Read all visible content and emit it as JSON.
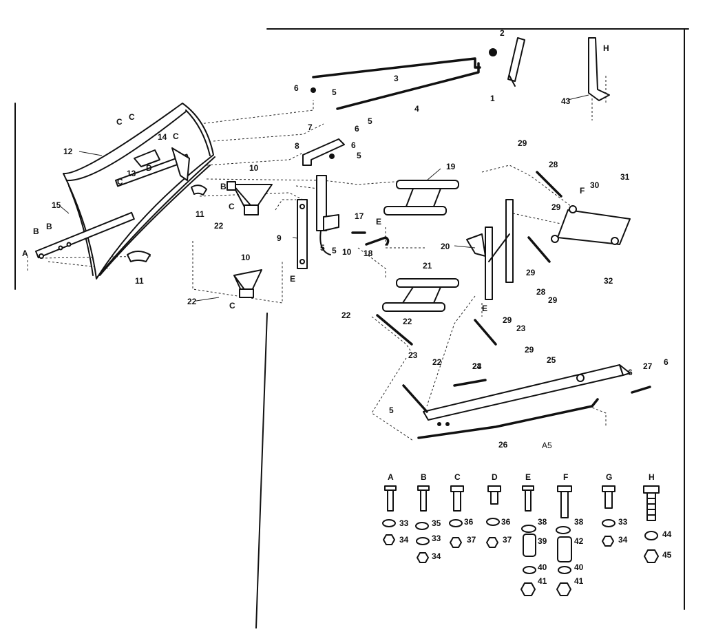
{
  "parts": [
    {
      "id": "p1",
      "label": "1"
    },
    {
      "id": "p2",
      "label": "2"
    },
    {
      "id": "p3",
      "label": "3"
    },
    {
      "id": "p4",
      "label": "4"
    },
    {
      "id": "p5a",
      "label": "5"
    },
    {
      "id": "p5b",
      "label": "5"
    },
    {
      "id": "p5c",
      "label": "5"
    },
    {
      "id": "p5d",
      "label": "5"
    },
    {
      "id": "p5e",
      "label": "5"
    },
    {
      "id": "p5f",
      "label": "5"
    },
    {
      "id": "p6a",
      "label": "6"
    },
    {
      "id": "p6b",
      "label": "6"
    },
    {
      "id": "p6c",
      "label": "6"
    },
    {
      "id": "p6d",
      "label": "6"
    },
    {
      "id": "p6e",
      "label": "6"
    },
    {
      "id": "p7",
      "label": "7"
    },
    {
      "id": "p8",
      "label": "8"
    },
    {
      "id": "p9",
      "label": "9"
    },
    {
      "id": "p10a",
      "label": "10"
    },
    {
      "id": "p10b",
      "label": "10"
    },
    {
      "id": "p10c",
      "label": "10"
    },
    {
      "id": "p11a",
      "label": "11"
    },
    {
      "id": "p11b",
      "label": "11"
    },
    {
      "id": "p12",
      "label": "12"
    },
    {
      "id": "p13",
      "label": "13"
    },
    {
      "id": "p14",
      "label": "14"
    },
    {
      "id": "p15",
      "label": "15"
    },
    {
      "id": "p17",
      "label": "17"
    },
    {
      "id": "p18",
      "label": "18"
    },
    {
      "id": "p19",
      "label": "19"
    },
    {
      "id": "p20",
      "label": "20"
    },
    {
      "id": "p21",
      "label": "21"
    },
    {
      "id": "p22a",
      "label": "22"
    },
    {
      "id": "p22b",
      "label": "22"
    },
    {
      "id": "p22c",
      "label": "22"
    },
    {
      "id": "p22d",
      "label": "22"
    },
    {
      "id": "p22e",
      "label": "22"
    },
    {
      "id": "p23a",
      "label": "23"
    },
    {
      "id": "p23b",
      "label": "23"
    },
    {
      "id": "p23c",
      "label": "23"
    },
    {
      "id": "p24",
      "label": "24"
    },
    {
      "id": "p25",
      "label": "25"
    },
    {
      "id": "p26",
      "label": "26"
    },
    {
      "id": "p27",
      "label": "27"
    },
    {
      "id": "p28a",
      "label": "28"
    },
    {
      "id": "p28b",
      "label": "28"
    },
    {
      "id": "p29a",
      "label": "29"
    },
    {
      "id": "p29b",
      "label": "29"
    },
    {
      "id": "p29c",
      "label": "29"
    },
    {
      "id": "p29d",
      "label": "29"
    },
    {
      "id": "p29e",
      "label": "29"
    },
    {
      "id": "p29f",
      "label": "29"
    },
    {
      "id": "p30",
      "label": "30"
    },
    {
      "id": "p31",
      "label": "31"
    },
    {
      "id": "p32",
      "label": "32"
    },
    {
      "id": "p43",
      "label": "43"
    }
  ],
  "letters": [
    {
      "id": "lA1",
      "label": "A"
    },
    {
      "id": "lB1",
      "label": "B"
    },
    {
      "id": "lB2",
      "label": "B"
    },
    {
      "id": "lB3",
      "label": "B"
    },
    {
      "id": "lC1",
      "label": "C"
    },
    {
      "id": "lC2",
      "label": "C"
    },
    {
      "id": "lC3",
      "label": "C"
    },
    {
      "id": "lC4",
      "label": "C"
    },
    {
      "id": "lC5",
      "label": "C"
    },
    {
      "id": "lC6",
      "label": "C"
    },
    {
      "id": "lD1",
      "label": "D"
    },
    {
      "id": "lE1",
      "label": "E"
    },
    {
      "id": "lE2",
      "label": "E"
    },
    {
      "id": "lE3",
      "label": "E"
    },
    {
      "id": "lF1",
      "label": "F"
    },
    {
      "id": "lH1",
      "label": "H"
    }
  ],
  "extra_text": "A5",
  "hardware": [
    {
      "letter": "A",
      "items": [
        "33",
        "34"
      ]
    },
    {
      "letter": "B",
      "items": [
        "35",
        "33",
        "34"
      ]
    },
    {
      "letter": "C",
      "items": [
        "36",
        "37"
      ]
    },
    {
      "letter": "D",
      "items": [
        "36",
        "37"
      ]
    },
    {
      "letter": "E",
      "items": [
        "38",
        "39",
        "40",
        "41"
      ]
    },
    {
      "letter": "F",
      "items": [
        "38",
        "42",
        "40",
        "41"
      ]
    },
    {
      "letter": "G",
      "items": [
        "33",
        "34"
      ]
    },
    {
      "letter": "H",
      "items": [
        "44",
        "45"
      ]
    }
  ]
}
